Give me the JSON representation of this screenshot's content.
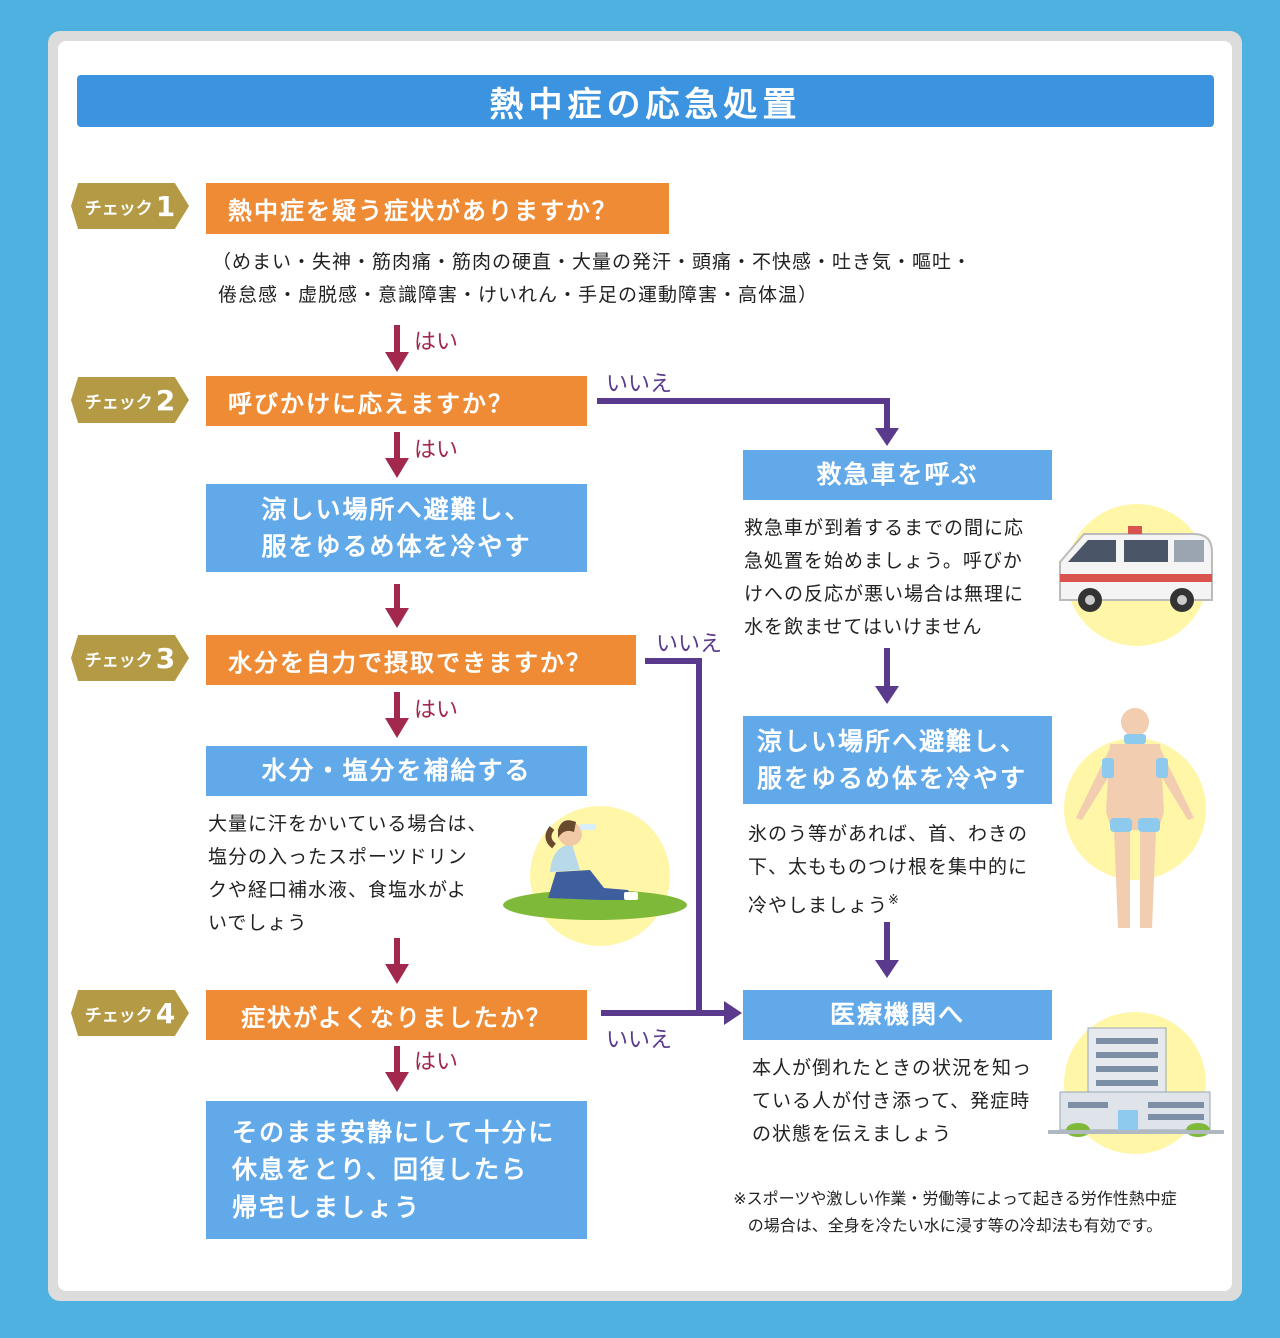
{
  "title": "熱中症の応急処置",
  "checks": [
    {
      "label": "チェック",
      "num": "1",
      "question": "熱中症を疑う症状がありますか？"
    },
    {
      "label": "チェック",
      "num": "2",
      "question": "呼びかけに応えますか？"
    },
    {
      "label": "チェック",
      "num": "3",
      "question": "水分を自力で摂取できますか？"
    },
    {
      "label": "チェック",
      "num": "4",
      "question": "症状がよくなりましたか？"
    }
  ],
  "symptoms": {
    "line1": "（めまい・失神・筋肉痛・筋肉の硬直・大量の発汗・頭痛・不快感・吐き気・嘔吐・",
    "line2": "倦怠感・虚脱感・意識障害・けいれん・手足の運動障害・高体温）"
  },
  "yes": "はい",
  "no": "いいえ",
  "left": {
    "cool": {
      "line1": "涼しい場所へ避難し、",
      "line2": "服をゆるめ体を冷やす"
    },
    "hydrate": {
      "title": "水分・塩分を補給する",
      "lines": [
        "大量に汗をかいている場合は、",
        "塩分の入ったスポーツドリン",
        "クや経口補水液、食塩水がよ",
        "いでしょう"
      ]
    },
    "rest": {
      "lines": [
        "そのまま安静にして十分に",
        "休息をとり、回復したら",
        "帰宅しましょう"
      ]
    }
  },
  "right": {
    "ambulance": {
      "title": "救急車を呼ぶ",
      "lines": [
        "救急車が到着するまでの間に応",
        "急処置を始めましょう。呼びか",
        "けへの反応が悪い場合は無理に",
        "水を飲ませてはいけません"
      ]
    },
    "cool": {
      "line1": "涼しい場所へ避難し、",
      "line2": "服をゆるめ体を冷やす",
      "lines": [
        "氷のう等があれば、首、わきの",
        "下、太もものつけ根を集中的に",
        "冷やしましょう"
      ],
      "mark": "※"
    },
    "hospital": {
      "title": "医療機関へ",
      "lines": [
        "本人が倒れたときの状況を知っ",
        "ている人が付き添って、発症時",
        "の状態を伝えましょう"
      ]
    }
  },
  "footnote": {
    "line1": "※スポーツや激しい作業・労働等によって起きる労作性熱中症",
    "line2": "の場合は、全身を冷たい水に浸す等の冷却法も有効です。"
  },
  "colors": {
    "orange": "#ee8b34",
    "blue": "#62a9e9",
    "title_blue": "#3c94e0",
    "tag_gold": "#b59a45",
    "yes_arrow": "#a3284e",
    "no_arrow": "#5a3a8c",
    "illustration_bg": "#fff6a8"
  },
  "icons": [
    "drinking-person-illustration",
    "ambulance-illustration",
    "body-cooling-illustration",
    "hospital-illustration"
  ]
}
